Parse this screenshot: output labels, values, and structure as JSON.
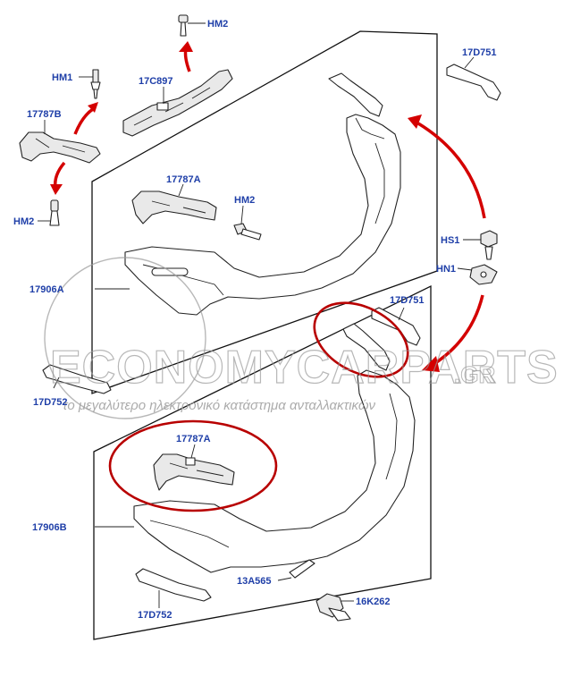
{
  "labels": {
    "hm2_top": "HM2",
    "l_17c897": "17C897",
    "hm1": "HM1",
    "l_17787b": "17787B",
    "hm2_left": "HM2",
    "l_17d751_top": "17D751",
    "l_17787a_top": "17787A",
    "hm2_mid": "HM2",
    "hs1": "HS1",
    "hn1": "HN1",
    "l_17906a": "17906A",
    "l_17d751_bottom": "17D751",
    "l_17d752_top": "17D752",
    "l_17787a_bottom": "17787A",
    "l_17906b": "17906B",
    "l_13a565": "13A565",
    "l_16k262": "16K262",
    "l_17d752_bottom": "17D752"
  },
  "watermark": {
    "brand": "ECONOMYCARPARTS",
    "domain": ".GR",
    "tagline": "το μεγαλύτερο ηλεκτρονικό κατάστημα ανταλλακτικών"
  },
  "colors": {
    "label": "#1f3fa8",
    "arrow": "#d40000",
    "highlight_ring": "#b80000",
    "watermark": "#9a9a9a"
  }
}
